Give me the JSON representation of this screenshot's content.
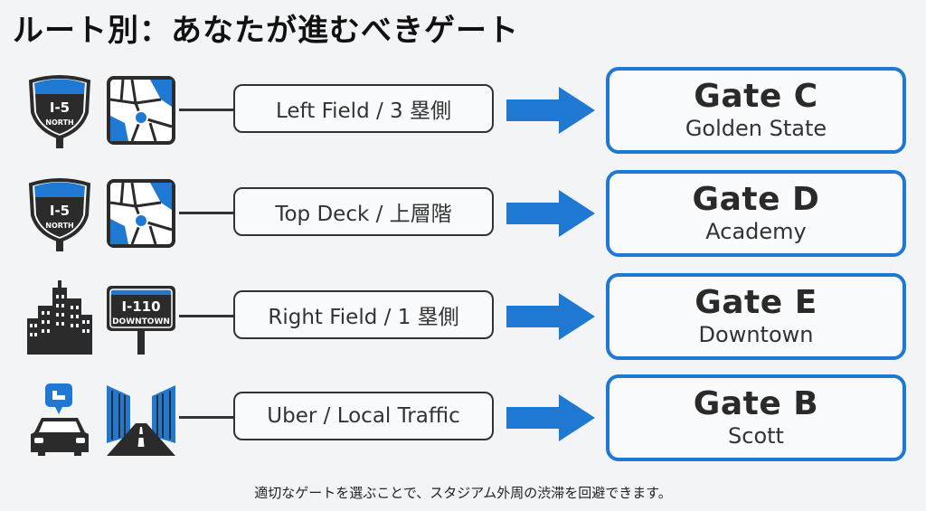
{
  "title": "ルート別：あなたが進むべきゲート",
  "colors": {
    "accent": "#1f78d1",
    "dark": "#2b2b2b",
    "background": "#f2f4f6"
  },
  "routes": [
    {
      "icons": [
        "highway-shield-icon",
        "map-icon"
      ],
      "highway_shield": {
        "route": "I-5",
        "direction": "NORTH"
      },
      "label": "Left Field / 3 塁側",
      "gate": {
        "name": "Gate C",
        "sub": "Golden State"
      }
    },
    {
      "icons": [
        "highway-shield-icon",
        "map-icon"
      ],
      "highway_shield": {
        "route": "I-5",
        "direction": "NORTH"
      },
      "label": "Top Deck / 上層階",
      "gate": {
        "name": "Gate D",
        "sub": "Academy"
      }
    },
    {
      "icons": [
        "city-skyline-icon",
        "highway-sign-icon"
      ],
      "highway_sign": {
        "route": "I-110",
        "text": "DOWNTOWN"
      },
      "label": "Right Field / 1 塁側",
      "gate": {
        "name": "Gate E",
        "sub": "Downtown"
      }
    },
    {
      "icons": [
        "rideshare-car-icon",
        "road-icon"
      ],
      "label": "Uber / Local Traffic",
      "gate": {
        "name": "Gate B",
        "sub": "Scott"
      }
    }
  ],
  "footer": "適切なゲートを選ぶことで、スタジアム外周の渋滞を回避できます。"
}
